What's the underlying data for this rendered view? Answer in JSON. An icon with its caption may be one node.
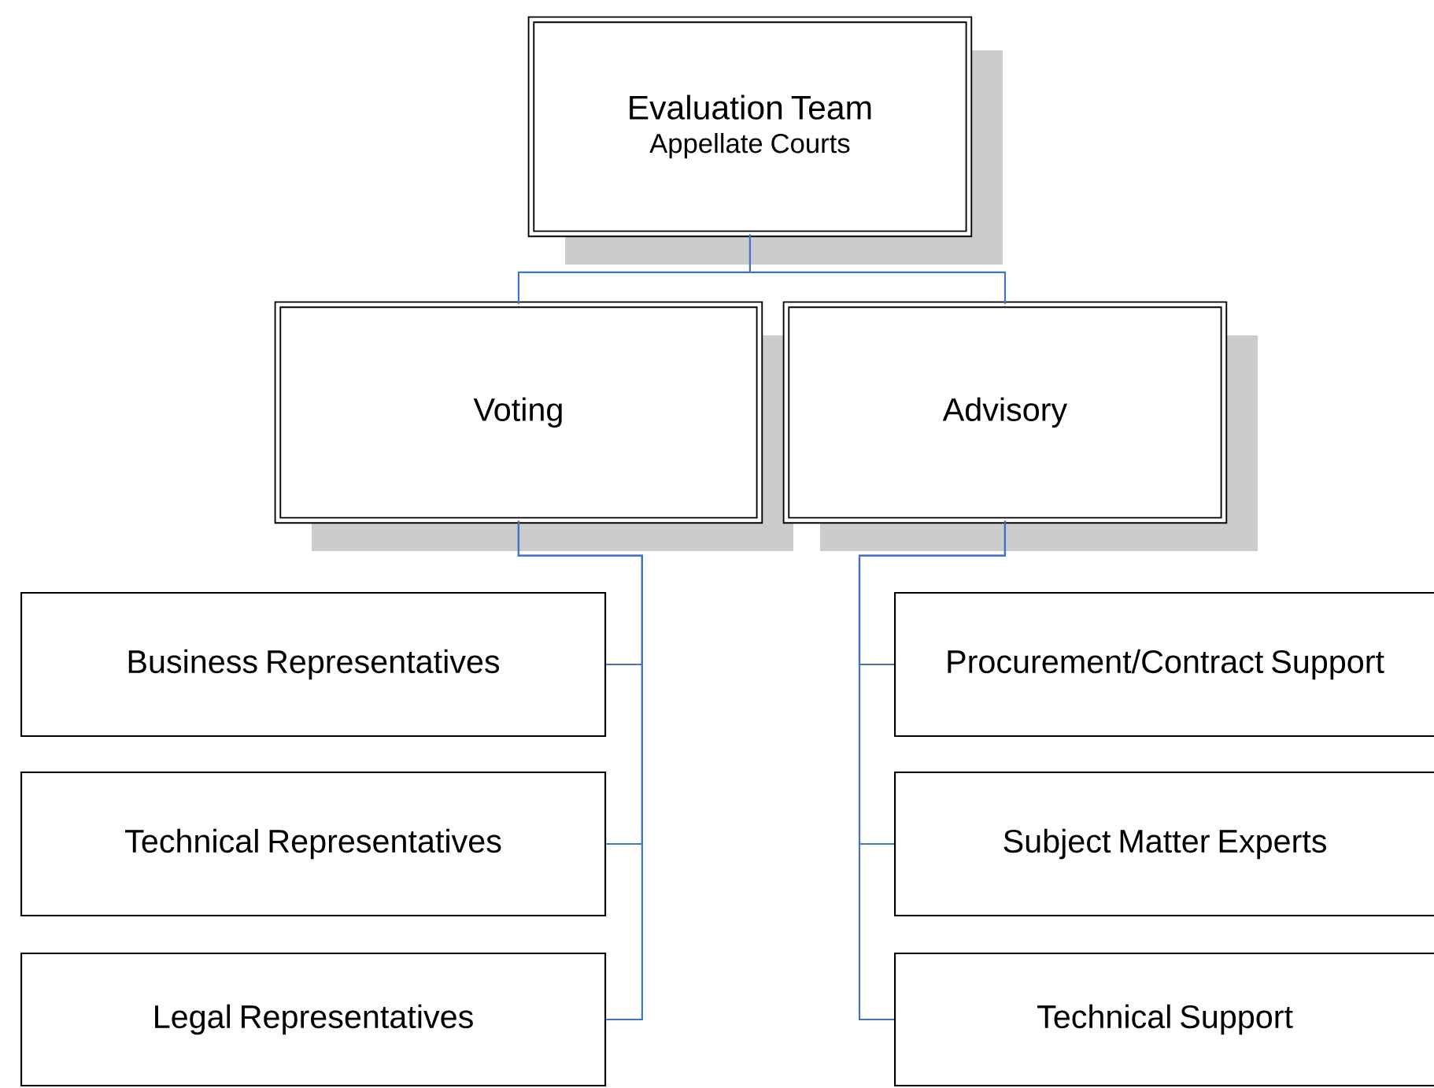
{
  "diagram": {
    "nodes": [
      {
        "text": [
          "Evaluation Team",
          "Appellate Courts"
        ]
      },
      {
        "text": [
          "Voting"
        ]
      },
      {
        "text": [
          "Advisory"
        ]
      },
      {
        "text": [
          "Business Representatives"
        ]
      },
      {
        "text": [
          "Technical Representatives"
        ]
      },
      {
        "text": [
          "Legal Representatives"
        ]
      },
      {
        "text": [
          "Procurement/Contract Support"
        ]
      },
      {
        "text": [
          "Subject Matter Experts"
        ]
      },
      {
        "text": [
          "Technical Support"
        ]
      }
    ],
    "edges": [
      {
        "from": 0,
        "to": 1,
        "arrow": "none"
      },
      {
        "from": 0,
        "to": 2,
        "arrow": "none"
      },
      {
        "from": 1,
        "to": 3,
        "arrow": "none"
      },
      {
        "from": 1,
        "to": 4,
        "arrow": "none"
      },
      {
        "from": 1,
        "to": 5,
        "arrow": "none"
      },
      {
        "from": 2,
        "to": 6,
        "arrow": "none"
      },
      {
        "from": 2,
        "to": 7,
        "arrow": "none"
      },
      {
        "from": 2,
        "to": 8,
        "arrow": "none"
      }
    ]
  }
}
